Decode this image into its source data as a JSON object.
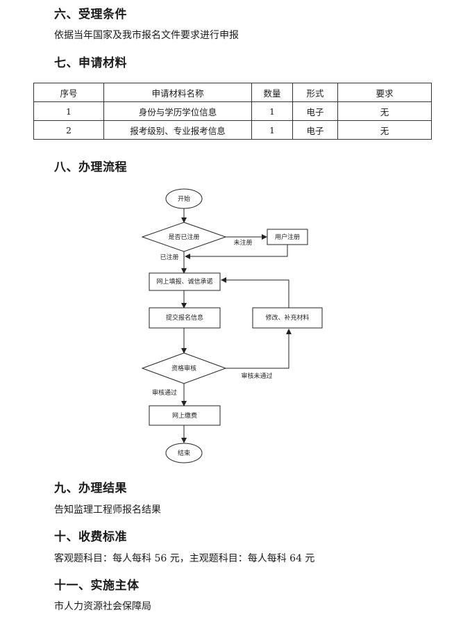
{
  "section6": {
    "title": "六、受理条件",
    "text": "依据当年国家及我市报名文件要求进行申报"
  },
  "section7": {
    "title": "七、申请材料",
    "headers": [
      "序号",
      "申请材料名称",
      "数量",
      "形式",
      "要求"
    ],
    "rows": [
      [
        "1",
        "身份与学历学位信息",
        "1",
        "电子",
        "无"
      ],
      [
        "2",
        "报考级别、专业报考信息",
        "1",
        "电子",
        "无"
      ]
    ]
  },
  "section8": {
    "title": "八、办理流程",
    "flow": {
      "start": "开始",
      "registered_q": "是否已注册",
      "not_registered": "未注册",
      "user_register": "用户注册",
      "registered": "已注册",
      "fill_form": "网上填报、诚信承诺",
      "submit": "提交报名信息",
      "modify": "修改、补充材料",
      "review": "资格审核",
      "review_fail": "审核未通过",
      "review_pass": "审核通过",
      "pay": "网上缴费",
      "end": "结束"
    }
  },
  "section9": {
    "title": "九、办理结果",
    "text": "告知监理工程师报名结果"
  },
  "section10": {
    "title": "十、收费标准",
    "text": "客观题科目：每人每科 56 元，主观题科目：每人每科 64 元"
  },
  "section11": {
    "title": "十一、实施主体",
    "text": "市人力资源社会保障局"
  }
}
